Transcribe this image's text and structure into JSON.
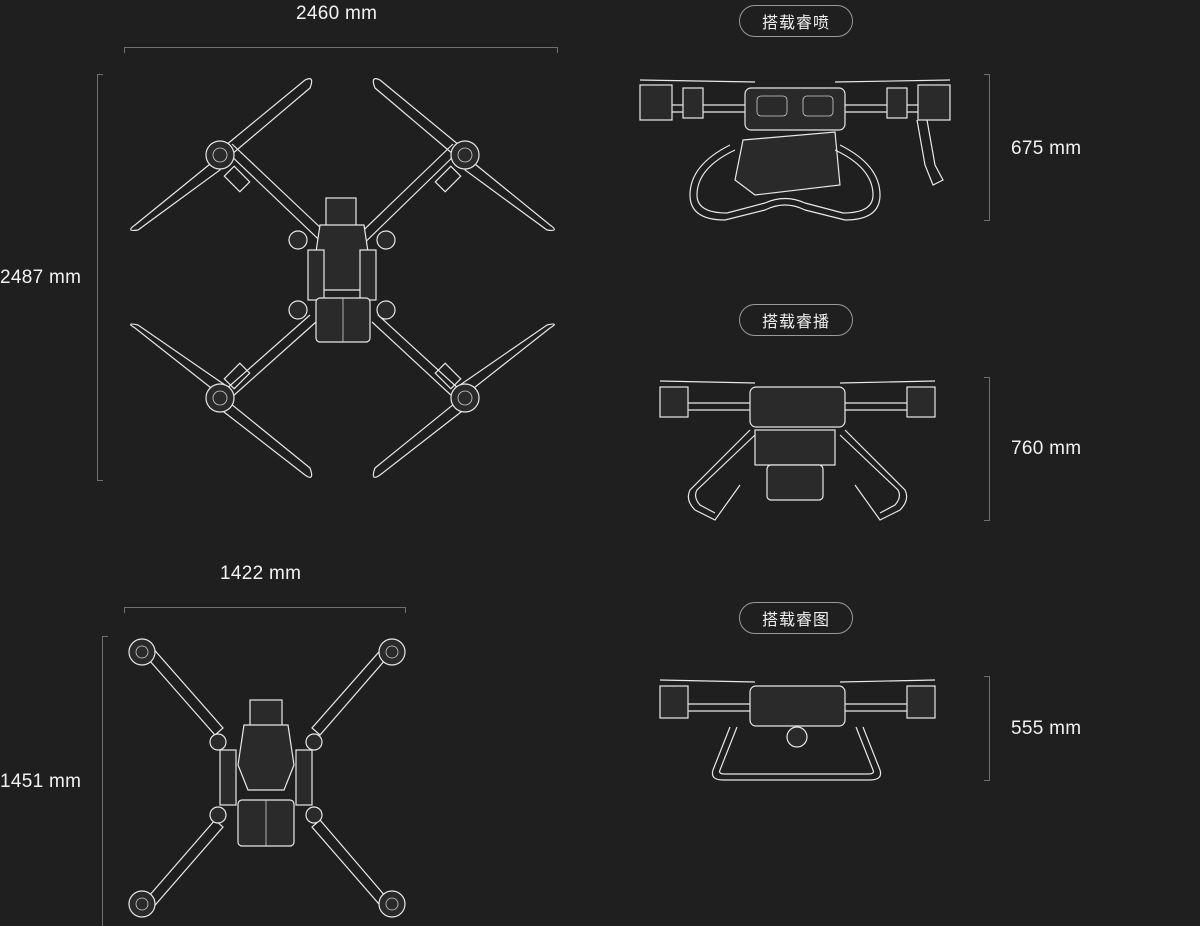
{
  "top_view_unfolded": {
    "width_label": "2460 mm",
    "height_label": "2487 mm"
  },
  "top_view_folded": {
    "width_label": "1422 mm",
    "height_label": "1451 mm"
  },
  "side_views": [
    {
      "tag": "搭载睿喷",
      "height_label": "675 mm"
    },
    {
      "tag": "搭载睿播",
      "height_label": "760 mm"
    },
    {
      "tag": "搭载睿图",
      "height_label": "555 mm"
    }
  ],
  "colors": {
    "background": "#1f1f1f",
    "line_art": "#e8e8e8",
    "dimension_line": "#707070",
    "pill_border": "#9a9a9a"
  }
}
